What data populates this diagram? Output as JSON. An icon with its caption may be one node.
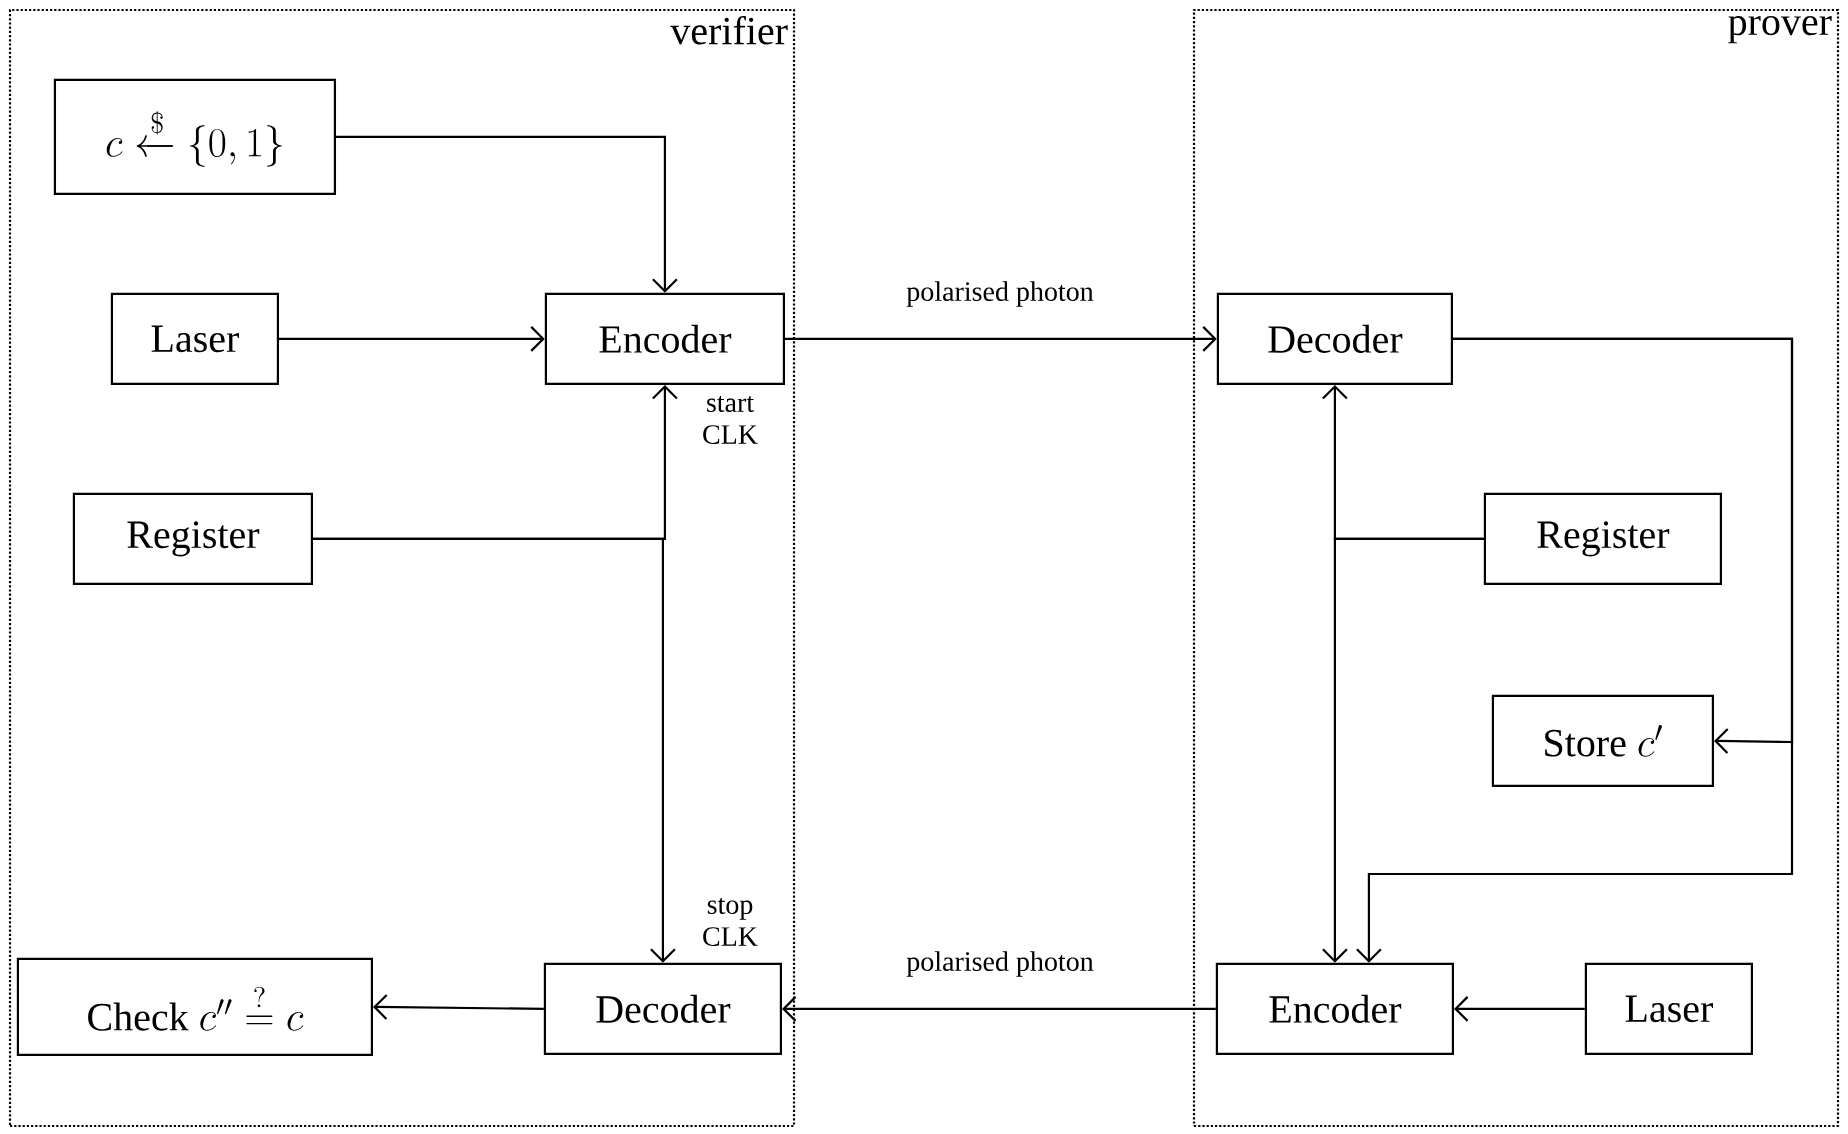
{
  "diagram": {
    "nodes": [
      {
        "text": [
          "verifier"
        ]
      },
      {
        "text": [
          "c \\xleftarrow{\\$} \\{0,1\\}"
        ],
        "in": 0
      },
      {
        "text": [
          "Laser"
        ],
        "in": 0
      },
      {
        "text": [
          "Encoder"
        ],
        "in": 0
      },
      {
        "text": [
          "Register"
        ],
        "in": 0
      },
      {
        "text": [
          "\\text{Check } c'' \\stackrel{?}{=} c"
        ],
        "in": 0
      },
      {
        "text": [
          "Decoder"
        ],
        "in": 0
      },
      {
        "text": [
          "prover"
        ]
      },
      {
        "text": [
          "Decoder"
        ],
        "in": 7
      },
      {
        "text": [
          "Register"
        ],
        "in": 7
      },
      {
        "text": [
          "\\text{Store } c'"
        ],
        "in": 7
      },
      {
        "text": [
          "Encoder"
        ],
        "in": 7
      },
      {
        "text": [
          "Laser"
        ],
        "in": 7
      }
    ],
    "edges": [
      {
        "from": 1,
        "to": 3,
        "arrow": "to"
      },
      {
        "from": 2,
        "to": 3,
        "arrow": "to"
      },
      {
        "from": 3,
        "to": 8,
        "arrow": "to",
        "label": "polarised photon"
      },
      {
        "from": 4,
        "to": 3,
        "arrow": "to",
        "label": "start CLK"
      },
      {
        "from": 4,
        "to": 6,
        "arrow": "to",
        "label": "stop CLK"
      },
      {
        "from": 6,
        "to": 5,
        "arrow": "to"
      },
      {
        "from": 9,
        "to": 8,
        "arrow": "to"
      },
      {
        "from": 9,
        "to": 11,
        "arrow": "to"
      },
      {
        "from": 8,
        "to": 10,
        "arrow": "to"
      },
      {
        "from": 8,
        "to": 11,
        "arrow": "to"
      },
      {
        "from": 11,
        "to": 6,
        "arrow": "to",
        "label": "polarised photon"
      },
      {
        "from": 12,
        "to": 11,
        "arrow": "to"
      }
    ]
  }
}
